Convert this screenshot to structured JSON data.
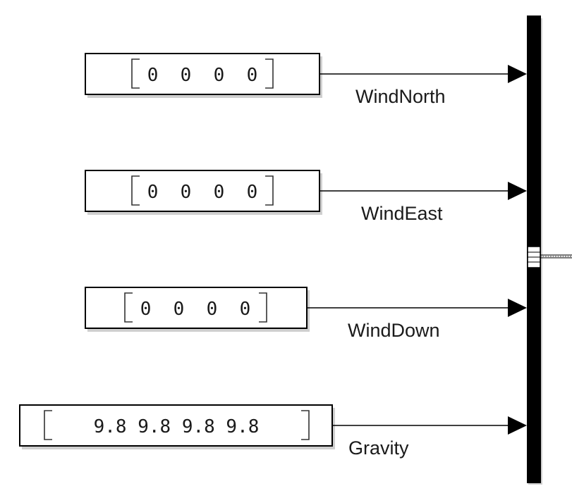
{
  "blocks": [
    {
      "id": "wind-north",
      "value_text": "0  0  0  0",
      "signal_label": "WindNorth"
    },
    {
      "id": "wind-east",
      "value_text": "0  0  0  0",
      "signal_label": "WindEast"
    },
    {
      "id": "wind-down",
      "value_text": "0  0  0  0",
      "signal_label": "WindDown"
    },
    {
      "id": "gravity",
      "value_text": "9.8 9.8 9.8 9.8",
      "signal_label": "Gravity"
    }
  ],
  "colors": {
    "ink": "#000000",
    "shadow": "#cfcfcf",
    "background": "#ffffff"
  }
}
